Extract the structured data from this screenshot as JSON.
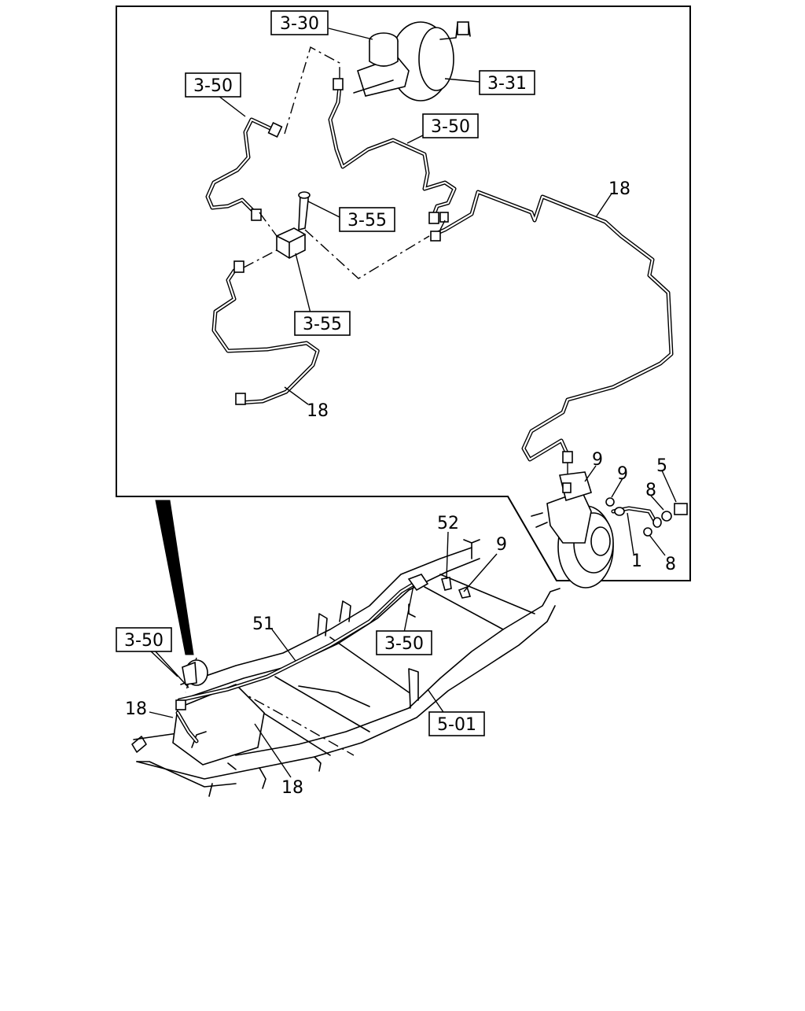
{
  "callouts": {
    "c_3_30": "3-30",
    "c_3_31": "3-31",
    "c_3_50_a": "3-50",
    "c_3_50_b": "3-50",
    "c_3_50_c": "3-50",
    "c_3_50_d": "3-50",
    "c_3_55_a": "3-55",
    "c_3_55_b": "3-55",
    "c_5_01": "5-01",
    "n_18_a": "18",
    "n_18_b": "18",
    "n_18_c": "18",
    "n_18_d": "18",
    "n_9_a": "9",
    "n_9_b": "9",
    "n_9_c": "9",
    "n_5": "5",
    "n_8_a": "8",
    "n_8_b": "8",
    "n_1": "1",
    "n_52": "52",
    "n_51": "51"
  }
}
